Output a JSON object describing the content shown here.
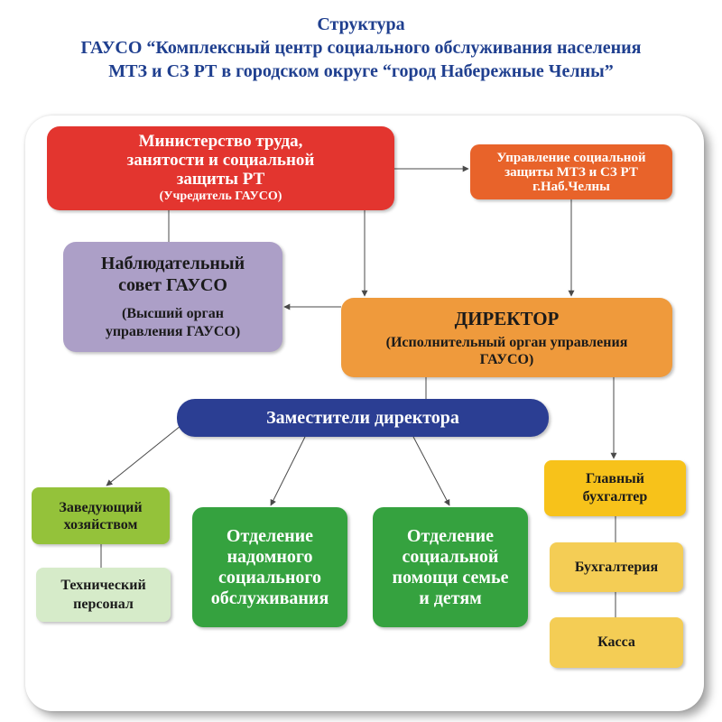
{
  "title": {
    "line1": "Структура",
    "line2": "ГАУСО “Комплексный центр социального обслуживания населения",
    "line3": "МТЗ и СЗ РТ в городском округе “город Набережные Челны”"
  },
  "nodes": {
    "ministry": {
      "line1": "Министерство труда,",
      "line2": "занятости и социальной",
      "line3": "защиты РТ",
      "sub": "(Учредитель ГАУСО)"
    },
    "uszn": {
      "line1": "Управление социальной",
      "line2": "защиты МТЗ и СЗ РТ",
      "line3": "г.Наб.Челны"
    },
    "council": {
      "line1": "Наблюдательный",
      "line2": "совет ГАУСО",
      "sub1": "(Высший орган",
      "sub2": "управления ГАУСО)"
    },
    "director": {
      "label": "ДИРЕКТОР",
      "sub1": "(Исполнительный орган управления",
      "sub2": "ГАУСО)"
    },
    "deputies": {
      "label": "Заместители директора"
    },
    "housekeeper": {
      "line1": "Заведующий",
      "line2": "хозяйством"
    },
    "tech_staff": {
      "line1": "Технический",
      "line2": "персонал"
    },
    "home_care": {
      "line1": "Отделение",
      "line2": "надомного",
      "line3": "социального",
      "line4": "обслуживания"
    },
    "family_help": {
      "line1": "Отделение",
      "line2": "социальной",
      "line3": "помощи семье",
      "line4": "и детям"
    },
    "chief_accountant": {
      "line1": "Главный",
      "line2": "бухгалтер"
    },
    "accounting": {
      "label": "Бухгалтерия"
    },
    "cash_desk": {
      "label": "Касса"
    }
  },
  "colors": {
    "title": "#1f3f8f",
    "ministry": "#e3352f",
    "uszn": "#e8632a",
    "council": "#ac9fc7",
    "director": "#ef9a3c",
    "deputies": "#2b3e93",
    "housekeeper": "#94c23a",
    "tech_staff": "#d6ebc9",
    "departments": "#35a23f",
    "chief_accountant": "#f7c21a",
    "accounting": "#f4cd55",
    "connector": "#4a4a4a"
  }
}
